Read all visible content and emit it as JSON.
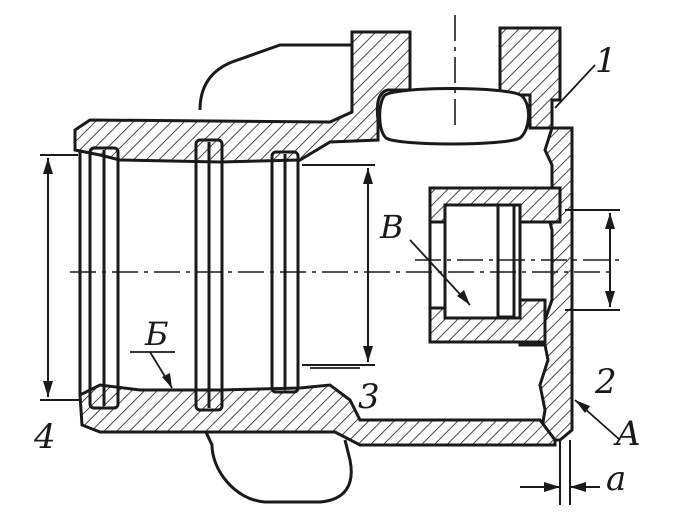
{
  "labels": {
    "l1": "1",
    "l2": "2",
    "l3": "3",
    "l4": "4",
    "lA": "A",
    "lB": "Б",
    "lV": "В",
    "la": "a"
  },
  "colors": {
    "ink": "#1a1a1a",
    "paper": "#ffffff"
  }
}
